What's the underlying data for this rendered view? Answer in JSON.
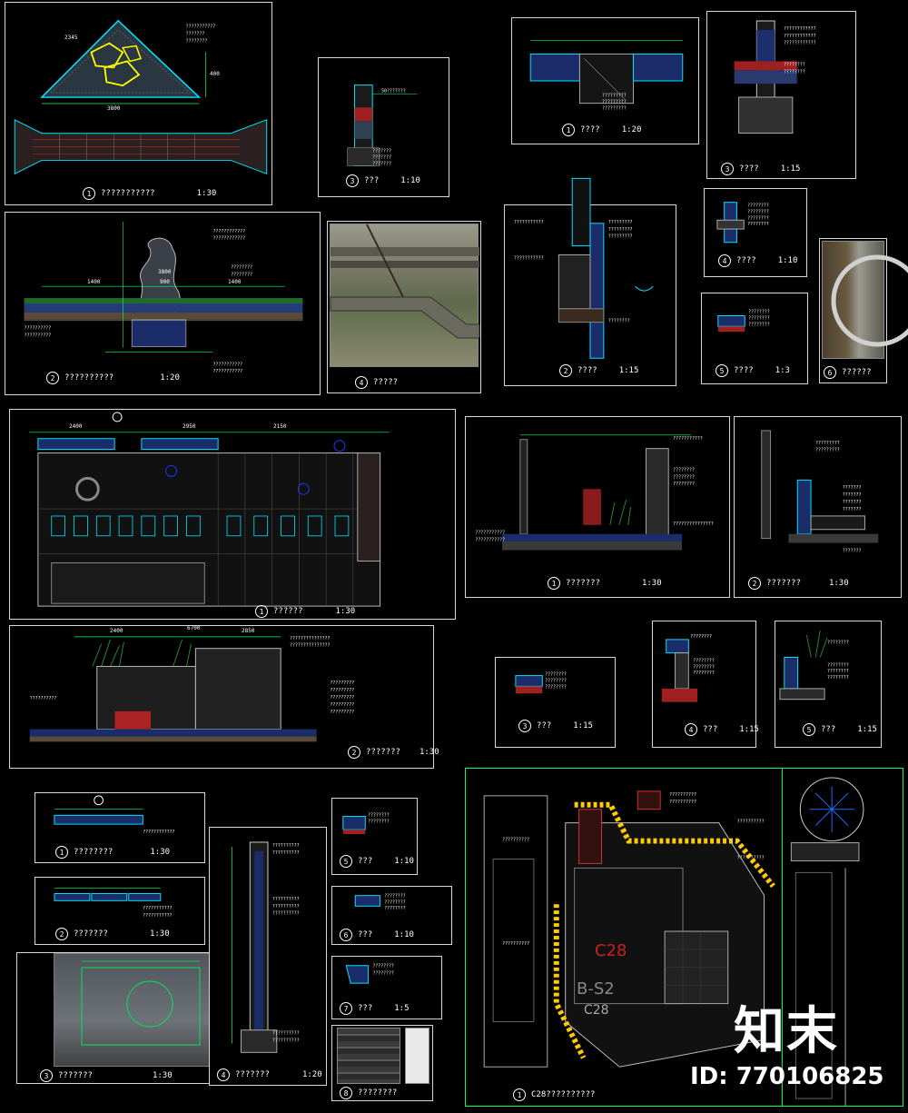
{
  "watermark": {
    "brand": "知末",
    "id_text": "ID: 770106825"
  },
  "sheet_tl": {
    "d1": {
      "num": "1",
      "title": "???????????",
      "scale": "1:30",
      "dims": [
        "3800",
        "400",
        "2345"
      ]
    },
    "d2": {
      "num": "2",
      "title": "??????????",
      "scale": "1:20",
      "dims": [
        "1400",
        "900",
        "1400",
        "3800"
      ]
    },
    "d3": {
      "num": "3",
      "title": "???",
      "scale": "1:10"
    },
    "d4": {
      "num": "4",
      "title": "?????"
    }
  },
  "sheet_tr": {
    "d1": {
      "num": "1",
      "title": "????",
      "scale": "1:20"
    },
    "d2": {
      "num": "2",
      "title": "????",
      "scale": "1:15"
    },
    "d3": {
      "num": "3",
      "title": "????",
      "scale": "1:15"
    },
    "d4": {
      "num": "4",
      "title": "????",
      "scale": "1:10"
    },
    "d5": {
      "num": "5",
      "title": "????",
      "scale": "1:3"
    },
    "d6": {
      "num": "6",
      "title": "??????"
    }
  },
  "sheet_ml": {
    "d1": {
      "num": "1",
      "title": "??????",
      "scale": "1:30",
      "dims": [
        "2400",
        "2950",
        "2150"
      ]
    },
    "d2": {
      "num": "2",
      "title": "???????",
      "scale": "1:30",
      "dims": [
        "2400",
        "6700",
        "2850"
      ]
    }
  },
  "sheet_mr": {
    "d1": {
      "num": "1",
      "title": "???????",
      "scale": "1:30"
    },
    "d2": {
      "num": "2",
      "title": "???????",
      "scale": "1:30"
    },
    "d3": {
      "num": "3",
      "title": "???",
      "scale": "1:15"
    },
    "d4": {
      "num": "4",
      "title": "???",
      "scale": "1:15"
    },
    "d5": {
      "num": "5",
      "title": "???",
      "scale": "1:15"
    }
  },
  "sheet_bl": {
    "d1": {
      "num": "1",
      "title": "????????",
      "scale": "1:30"
    },
    "d2": {
      "num": "2",
      "title": "???????",
      "scale": "1:30"
    },
    "d3": {
      "num": "3",
      "title": "???????",
      "scale": "1:30"
    },
    "d4": {
      "num": "4",
      "title": "???????",
      "scale": "1:20"
    },
    "d5": {
      "num": "5",
      "title": "???",
      "scale": "1:10"
    },
    "d6": {
      "num": "6",
      "title": "???",
      "scale": "1:10"
    },
    "d7": {
      "num": "7",
      "title": "???",
      "scale": "1:5"
    },
    "d8": {
      "num": "8",
      "title": "????????"
    }
  },
  "sheet_br": {
    "d1": {
      "num": "1",
      "title": "C28??????????"
    },
    "plan_labels": [
      "C28",
      "B-S2",
      "C28"
    ]
  }
}
